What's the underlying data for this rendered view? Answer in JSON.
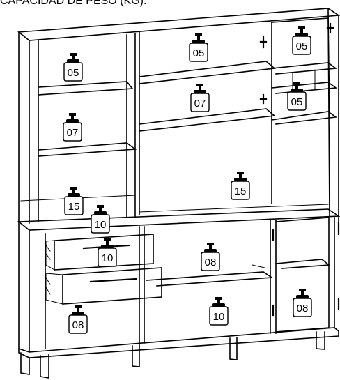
{
  "title": "CAPACIDAD DE PESO (KG).",
  "weights": [
    {
      "id": "upper-left-top",
      "label": "05"
    },
    {
      "id": "upper-left-middle",
      "label": "07"
    },
    {
      "id": "upper-left-bottom",
      "label": "15"
    },
    {
      "id": "upper-center-top",
      "label": "05"
    },
    {
      "id": "upper-center-middle",
      "label": "07"
    },
    {
      "id": "upper-center-bottom",
      "label": "15"
    },
    {
      "id": "upper-right-top",
      "label": "05"
    },
    {
      "id": "upper-right-middle",
      "label": "05"
    },
    {
      "id": "drawer-top-top",
      "label": "10"
    },
    {
      "id": "drawer-top-inside",
      "label": "10"
    },
    {
      "id": "lower-center-top",
      "label": "08"
    },
    {
      "id": "lower-center-bottom",
      "label": "10"
    },
    {
      "id": "lower-left-bottom",
      "label": "08"
    },
    {
      "id": "lower-right-bottom",
      "label": "08"
    }
  ]
}
